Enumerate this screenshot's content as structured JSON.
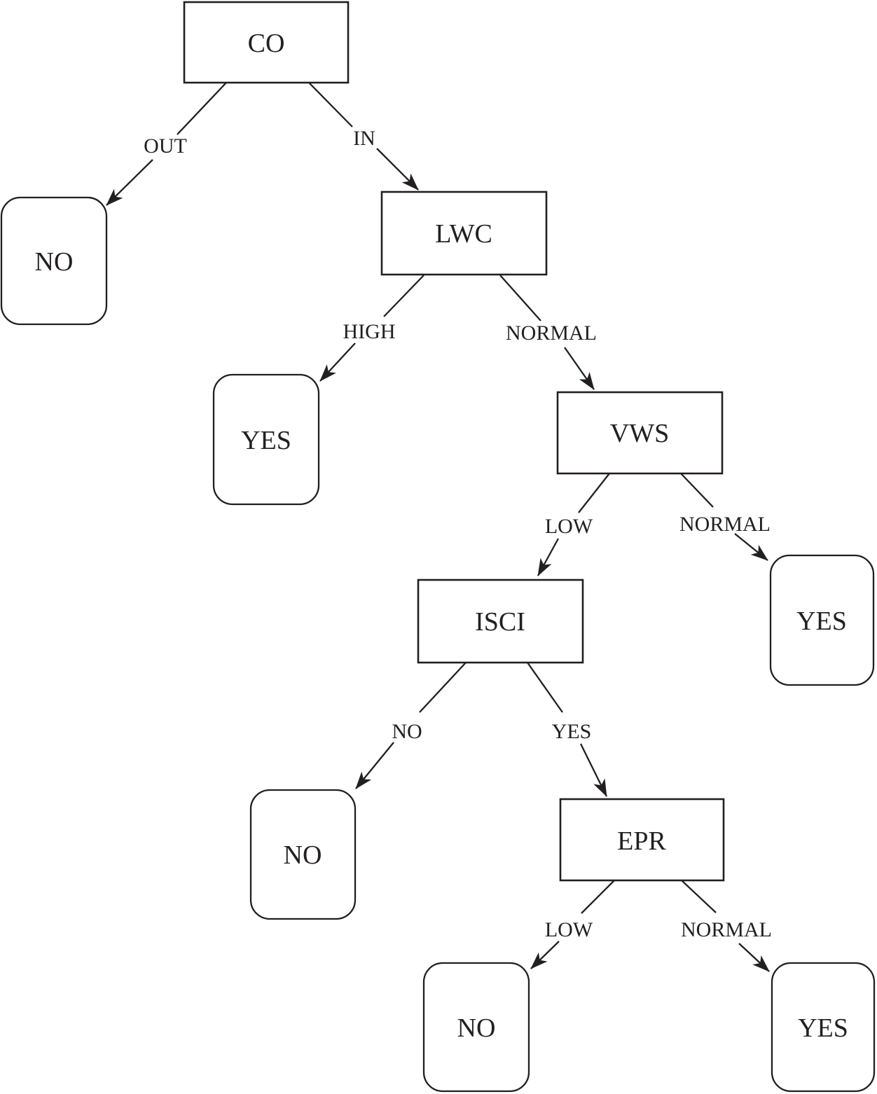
{
  "diagram": {
    "kind": "decision-tree",
    "colors": {
      "background": "#ffffff",
      "stroke": "#231f20",
      "text": "#231f20"
    },
    "nodes": {
      "co": {
        "label": "CO",
        "type": "decision"
      },
      "lwc": {
        "label": "LWC",
        "type": "decision"
      },
      "vws": {
        "label": "VWS",
        "type": "decision"
      },
      "isci": {
        "label": "ISCI",
        "type": "decision"
      },
      "epr": {
        "label": "EPR",
        "type": "decision"
      },
      "no1": {
        "label": "NO",
        "type": "leaf"
      },
      "yes1": {
        "label": "YES",
        "type": "leaf"
      },
      "yes2": {
        "label": "YES",
        "type": "leaf"
      },
      "no2": {
        "label": "NO",
        "type": "leaf"
      },
      "no3": {
        "label": "NO",
        "type": "leaf"
      },
      "yes3": {
        "label": "YES",
        "type": "leaf"
      }
    },
    "edges": {
      "co_no1": {
        "from": "CO",
        "to": "NO",
        "label": "OUT"
      },
      "co_lwc": {
        "from": "CO",
        "to": "LWC",
        "label": "IN"
      },
      "lwc_yes1": {
        "from": "LWC",
        "to": "YES",
        "label": "HIGH"
      },
      "lwc_vws": {
        "from": "LWC",
        "to": "VWS",
        "label": "NORMAL"
      },
      "vws_isci": {
        "from": "VWS",
        "to": "ISCI",
        "label": "LOW"
      },
      "vws_yes2": {
        "from": "VWS",
        "to": "YES",
        "label": "NORMAL"
      },
      "isci_no2": {
        "from": "ISCI",
        "to": "NO",
        "label": "NO"
      },
      "isci_epr": {
        "from": "ISCI",
        "to": "EPR",
        "label": "YES"
      },
      "epr_no3": {
        "from": "EPR",
        "to": "NO",
        "label": "LOW"
      },
      "epr_yes3": {
        "from": "EPR",
        "to": "YES",
        "label": "NORMAL"
      }
    }
  }
}
